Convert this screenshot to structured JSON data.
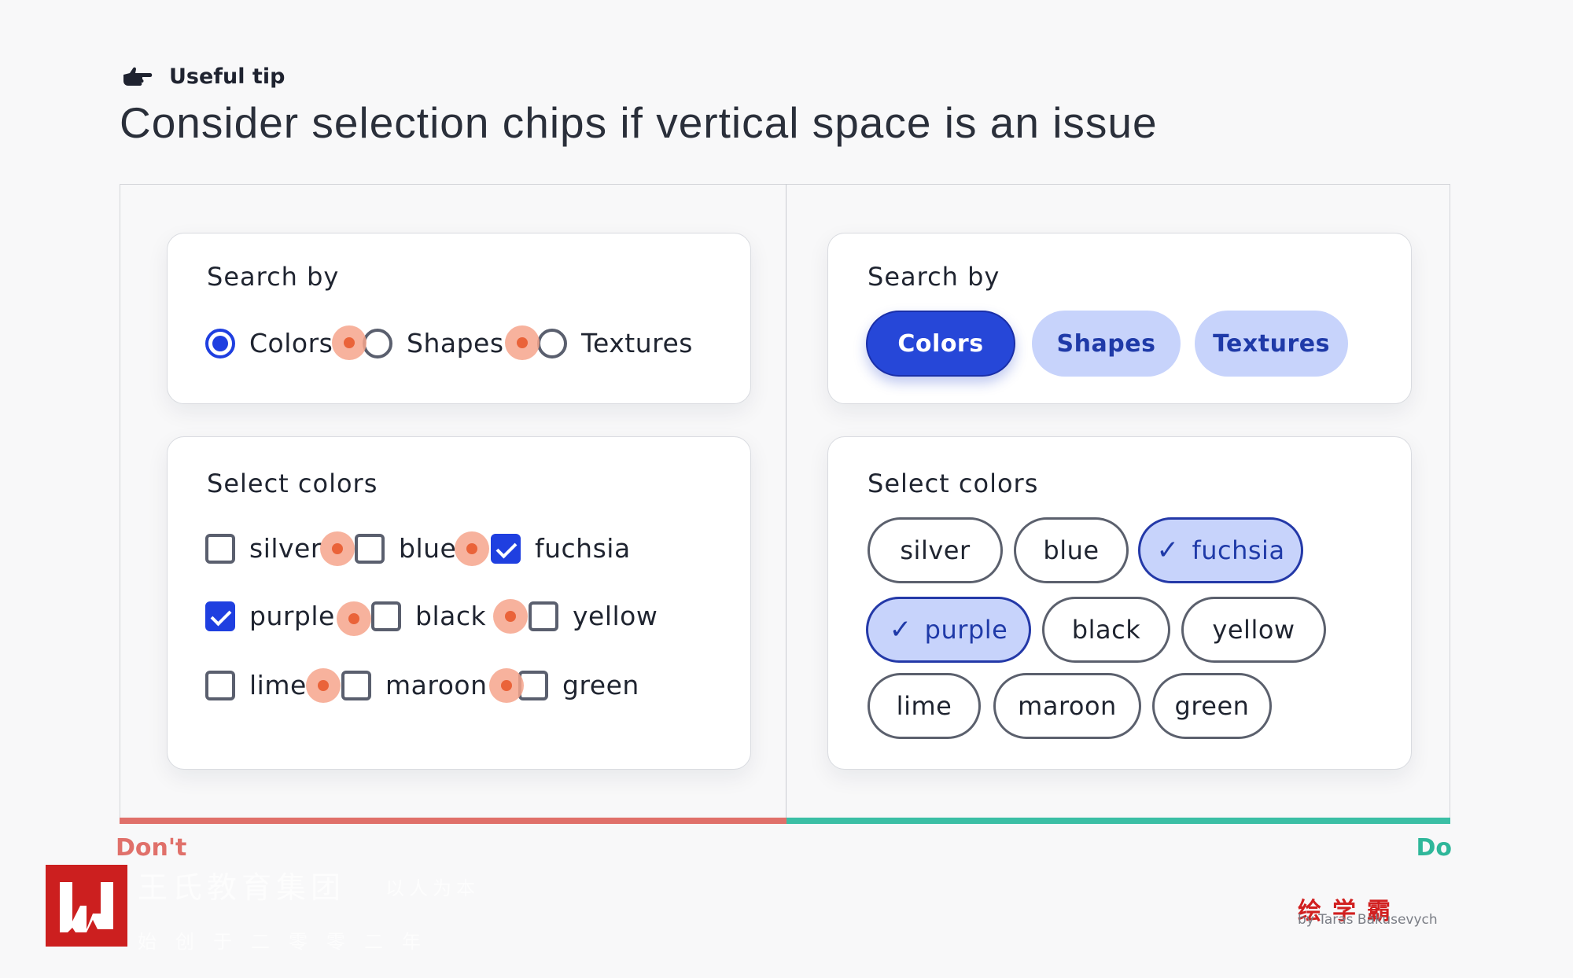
{
  "tip": {
    "icon": "pointing-hand-icon",
    "label": "Useful tip"
  },
  "headline": "Consider selection chips if vertical space is an issue",
  "dont": {
    "label": "Don't",
    "search_card": {
      "title": "Search by",
      "options": [
        {
          "label": "Colors",
          "selected": true
        },
        {
          "label": "Shapes",
          "selected": false
        },
        {
          "label": "Textures",
          "selected": false
        }
      ]
    },
    "colors_card": {
      "title": "Select colors",
      "rows": [
        [
          {
            "label": "silver",
            "checked": false
          },
          {
            "label": "blue",
            "checked": false
          },
          {
            "label": "fuchsia",
            "checked": true
          }
        ],
        [
          {
            "label": "purple",
            "checked": true
          },
          {
            "label": "black",
            "checked": false
          },
          {
            "label": "yellow",
            "checked": false
          }
        ],
        [
          {
            "label": "lime",
            "checked": false
          },
          {
            "label": "maroon",
            "checked": false
          },
          {
            "label": "green",
            "checked": false
          }
        ]
      ]
    }
  },
  "do": {
    "label": "Do",
    "search_card": {
      "title": "Search by",
      "chips": [
        {
          "label": "Colors",
          "selected": true
        },
        {
          "label": "Shapes",
          "selected": false
        },
        {
          "label": "Textures",
          "selected": false
        }
      ]
    },
    "colors_card": {
      "title": "Select colors",
      "chips": [
        {
          "label": "silver",
          "selected": false
        },
        {
          "label": "blue",
          "selected": false
        },
        {
          "label": "fuchsia",
          "selected": true
        },
        {
          "label": "purple",
          "selected": true
        },
        {
          "label": "black",
          "selected": false
        },
        {
          "label": "yellow",
          "selected": false
        },
        {
          "label": "lime",
          "selected": false
        },
        {
          "label": "maroon",
          "selected": false
        },
        {
          "label": "green",
          "selected": false
        }
      ]
    }
  },
  "watermark": {
    "org": "王氏教育集团",
    "motto": "以人为本",
    "founded": "始创于二零零二年",
    "brand": "绘学霸",
    "credit": "by Taras Bakusevych"
  },
  "colors": {
    "primary": "#2647d8",
    "chip_selected_bg": "#c7d3fb",
    "dont_accent": "#e0706a",
    "do_accent": "#3bbfa5",
    "touch_spot": "#ea6339"
  }
}
